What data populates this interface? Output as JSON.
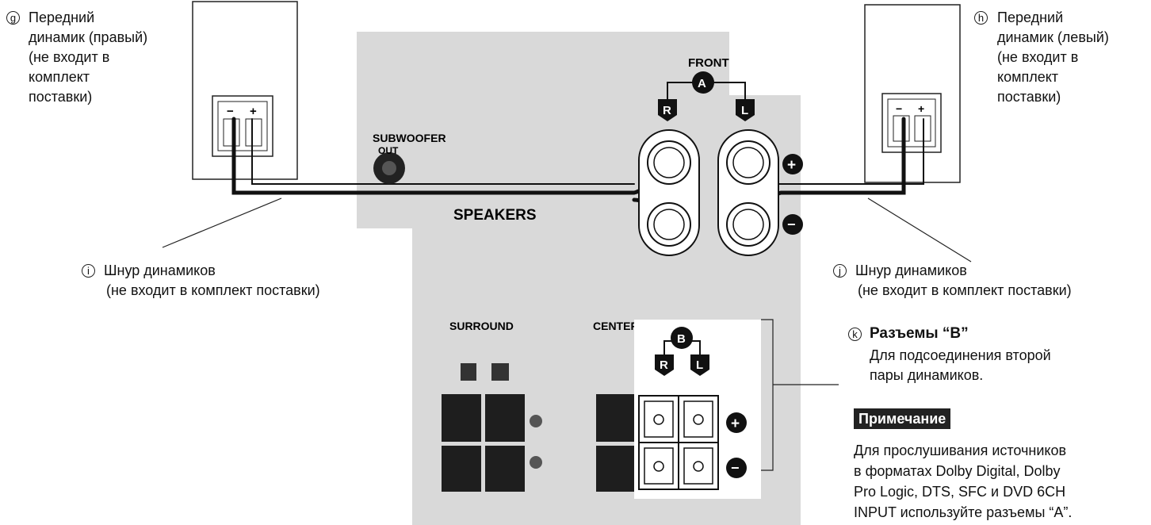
{
  "colors": {
    "ink": "#111111",
    "panel": "#d8d8d8",
    "white": "#ffffff"
  },
  "callouts": {
    "g": {
      "marker": "g",
      "lines": [
        "Передний",
        "динамик (правый)",
        "(не входит в",
        "комплект",
        "поставки)"
      ]
    },
    "h": {
      "marker": "h",
      "lines": [
        "Передний",
        "динамик (левый)",
        "(не входит в",
        "комплект",
        "поставки)"
      ]
    },
    "i": {
      "marker": "i",
      "lines": [
        "Шнур динамиков",
        "(не входит в комплект поставки)"
      ]
    },
    "j": {
      "marker": "j",
      "lines": [
        "Шнур динамиков",
        "(не входит в комплект поставки)"
      ]
    },
    "k": {
      "marker": "k",
      "title": "Разъемы “B”",
      "lines": [
        "Для подсоединения второй",
        "пары динамиков."
      ]
    }
  },
  "panel_labels": {
    "front": "FRONT",
    "a": "A",
    "b": "B",
    "r": "R",
    "l": "L",
    "plus": "+",
    "minus": "−",
    "subwoofer": "SUBWOOFER",
    "out": "OUT",
    "speakers": "SPEAKERS",
    "surround": "SURROUND",
    "center": "CENTER",
    "speaker_minus": "−",
    "speaker_plus": "+"
  },
  "note": {
    "heading": "Примечание",
    "lines": [
      "Для прослушивания источников",
      "в форматах Dolby Digital, Dolby",
      "Pro Logic, DTS, SFC и DVD 6CH",
      "INPUT используйте разъемы “A”."
    ]
  }
}
